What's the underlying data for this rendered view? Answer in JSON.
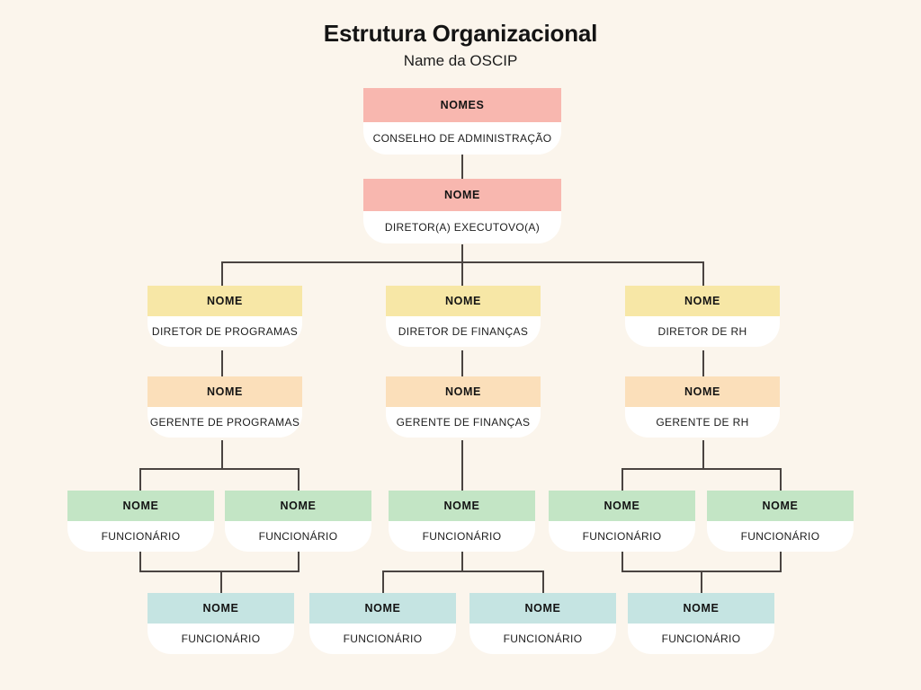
{
  "header": {
    "title": "Estrutura Organizacional",
    "subtitle": "Name da OSCIP"
  },
  "palette": {
    "background": "#FBF5EC",
    "board": "#F8B7AF",
    "executive": "#F8B7AF",
    "director": "#F7E7A6",
    "manager": "#FBDFBA",
    "staff_green": "#C3E5C5",
    "staff_blue": "#C5E4E2",
    "body": "#FFFFFF",
    "line": "#4a4441",
    "text": "#141414"
  },
  "nodes": {
    "board": {
      "name": "NOMES",
      "role": "CONSELHO DE ADMINISTRAÇÃO"
    },
    "executive": {
      "name": "NOME",
      "role": "DIRETOR(A) EXECUTOVO(A)"
    },
    "dir_programs": {
      "name": "NOME",
      "role": "DIRETOR DE PROGRAMAS"
    },
    "dir_finance": {
      "name": "NOME",
      "role": "DIRETOR DE FINANÇAS"
    },
    "dir_hr": {
      "name": "NOME",
      "role": "DIRETOR DE RH"
    },
    "mgr_programs": {
      "name": "NOME",
      "role": "GERENTE DE PROGRAMAS"
    },
    "mgr_finance": {
      "name": "NOME",
      "role": "GERENTE DE FINANÇAS"
    },
    "mgr_hr": {
      "name": "NOME",
      "role": "GERENTE DE RH"
    },
    "staff_p1": {
      "name": "NOME",
      "role": "FUNCIONÁRIO"
    },
    "staff_p2": {
      "name": "NOME",
      "role": "FUNCIONÁRIO"
    },
    "staff_f1": {
      "name": "NOME",
      "role": "FUNCIONÁRIO"
    },
    "staff_h1": {
      "name": "NOME",
      "role": "FUNCIONÁRIO"
    },
    "staff_h2": {
      "name": "NOME",
      "role": "FUNCIONÁRIO"
    },
    "staff_b1": {
      "name": "NOME",
      "role": "FUNCIONÁRIO"
    },
    "staff_b2": {
      "name": "NOME",
      "role": "FUNCIONÁRIO"
    },
    "staff_b3": {
      "name": "NOME",
      "role": "FUNCIONÁRIO"
    },
    "staff_b4": {
      "name": "NOME",
      "role": "FUNCIONÁRIO"
    }
  }
}
